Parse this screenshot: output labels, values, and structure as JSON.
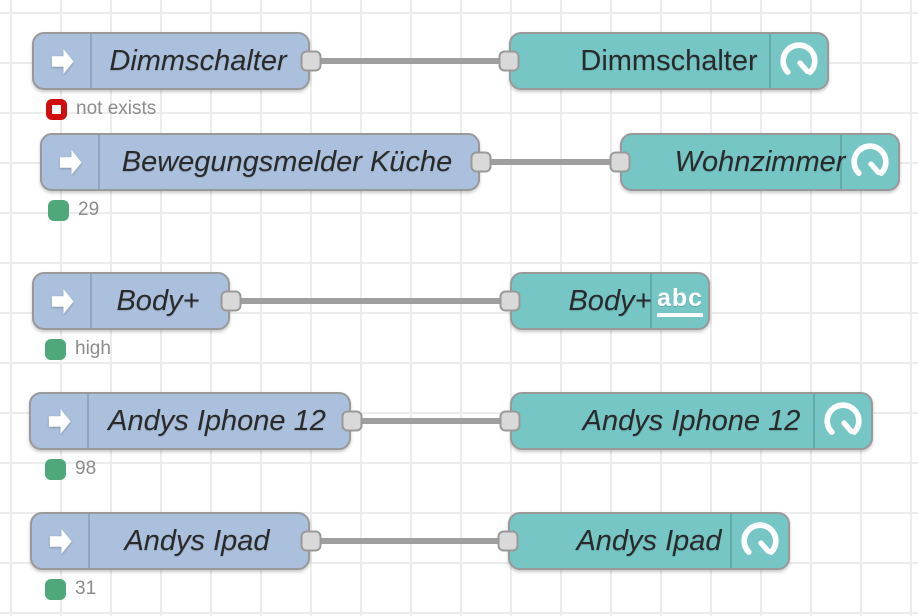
{
  "canvas": {
    "background": "#ffffff",
    "grid_color": "#ececec",
    "grid_size": 50
  },
  "palette": {
    "source_node_fill": "#abc0dc",
    "target_node_fill": "#76c6c6",
    "node_border": "#999999",
    "wire": "#9e9e9e",
    "port_fill": "#d9d9d9",
    "label_color": "#2a2a2a",
    "status_text_color": "#8c8c8c",
    "status_ok_color": "#4ea87a",
    "status_error_color": "#d00d0d"
  },
  "icons": {
    "abc_label": "abc"
  },
  "flows": [
    {
      "source": {
        "label": "Dimmschalter",
        "icon": "arrow-right-icon"
      },
      "target": {
        "label": "Dimmschalter",
        "icon": "gauge-icon"
      },
      "status": {
        "text": "not exists",
        "shape": "ring",
        "color": "#d00d0d"
      }
    },
    {
      "source": {
        "label": "Bewegungsmelder Küche",
        "icon": "arrow-right-icon"
      },
      "target": {
        "label": "Wohnzimmer",
        "icon": "gauge-icon"
      },
      "status": {
        "text": "29",
        "shape": "dot",
        "color": "#4ea87a"
      }
    },
    {
      "source": {
        "label": "Body+",
        "icon": "arrow-right-icon"
      },
      "target": {
        "label": "Body+",
        "icon": "text-abc-icon"
      },
      "status": {
        "text": "high",
        "shape": "dot",
        "color": "#4ea87a"
      }
    },
    {
      "source": {
        "label": "Andys Iphone 12",
        "icon": "arrow-right-icon"
      },
      "target": {
        "label": "Andys Iphone 12",
        "icon": "gauge-icon"
      },
      "status": {
        "text": "98",
        "shape": "dot",
        "color": "#4ea87a"
      }
    },
    {
      "source": {
        "label": "Andys Ipad",
        "icon": "arrow-right-icon"
      },
      "target": {
        "label": "Andys Ipad",
        "icon": "gauge-icon"
      },
      "status": {
        "text": "31",
        "shape": "dot",
        "color": "#4ea87a"
      }
    }
  ]
}
